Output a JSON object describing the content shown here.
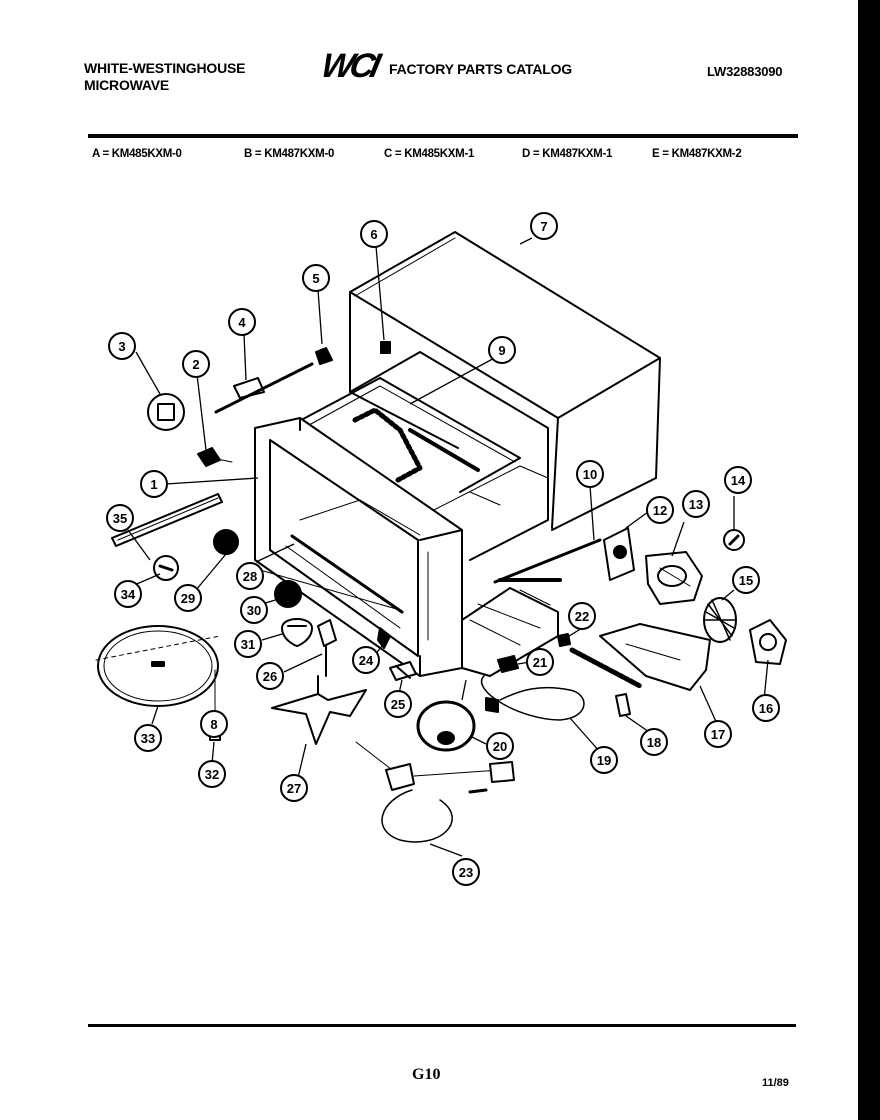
{
  "header": {
    "brand_line1": "WHITE-WESTINGHOUSE",
    "brand_line2": "MICROWAVE",
    "logo_text": "WCI",
    "catalog_title": "FACTORY PARTS CATALOG",
    "catalog_number": "LW32883090"
  },
  "models": [
    "A = KM485KXM-0",
    "B = KM487KXM-0",
    "C = KM485KXM-1",
    "D = KM487KXM-1",
    "E = KM487KXM-2"
  ],
  "callouts": [
    {
      "number": "1"
    },
    {
      "number": "2"
    },
    {
      "number": "3"
    },
    {
      "number": "4"
    },
    {
      "number": "5"
    },
    {
      "number": "6"
    },
    {
      "number": "7"
    },
    {
      "number": "8"
    },
    {
      "number": "9"
    },
    {
      "number": "10"
    },
    {
      "number": "12"
    },
    {
      "number": "13"
    },
    {
      "number": "14"
    },
    {
      "number": "15"
    },
    {
      "number": "16"
    },
    {
      "number": "17"
    },
    {
      "number": "18"
    },
    {
      "number": "19"
    },
    {
      "number": "20"
    },
    {
      "number": "21"
    },
    {
      "number": "22"
    },
    {
      "number": "23"
    },
    {
      "number": "24"
    },
    {
      "number": "25"
    },
    {
      "number": "26"
    },
    {
      "number": "27"
    },
    {
      "number": "28"
    },
    {
      "number": "29"
    },
    {
      "number": "30"
    },
    {
      "number": "31"
    },
    {
      "number": "32"
    },
    {
      "number": "33"
    },
    {
      "number": "34"
    },
    {
      "number": "35"
    }
  ],
  "footer": {
    "page_code": "G10",
    "date_code": "11/89"
  }
}
